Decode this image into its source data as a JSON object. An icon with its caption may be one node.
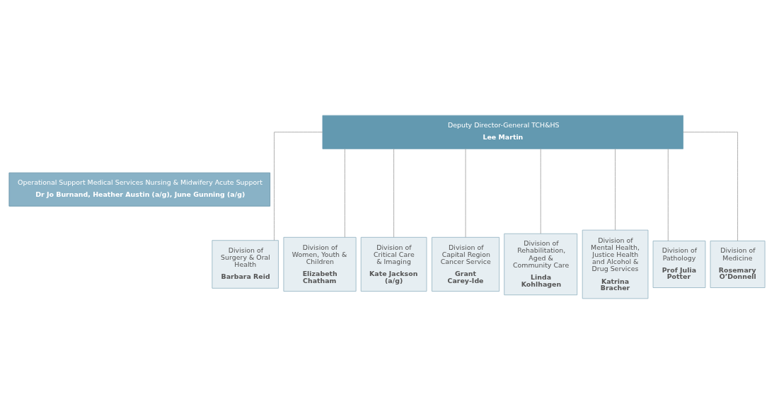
{
  "diagram": {
    "nodes": [
      {
        "text": [
          "Deputy Director-General TCH&HS",
          "Lee Martin"
        ]
      },
      {
        "text": [
          "Operational Support Medical Services Nursing & Midwifery Acute Support",
          "Dr Jo Burnand, Heather Austin (a/g), June Gunning (a/g)"
        ]
      },
      {
        "text": [
          "Division of Surgery & Oral Health",
          "Barbara Reid"
        ]
      },
      {
        "text": [
          "Division of Women, Youth & Children",
          "Elizabeth Chatham"
        ]
      },
      {
        "text": [
          "Division of Critical Care & Imaging",
          "Kate Jackson (a/g)"
        ]
      },
      {
        "text": [
          "Division of Capital Region Cancer Service",
          "Grant Carey-Ide"
        ]
      },
      {
        "text": [
          "Division of Rehabilitation, Aged & Community Care",
          "Linda Kohlhagen"
        ]
      },
      {
        "text": [
          "Division of Mental Health, Justice Health and Alcohol & Drug Services",
          "Katrina Bracher"
        ]
      },
      {
        "text": [
          "Division of Pathology",
          "Prof Julia Potter"
        ]
      },
      {
        "text": [
          "Division of Medicine",
          "Rosemary O’Donnell"
        ]
      }
    ],
    "edges": [
      {
        "from": 0,
        "to": 2,
        "arrow": "none"
      },
      {
        "from": 0,
        "to": 3,
        "arrow": "none"
      },
      {
        "from": 0,
        "to": 4,
        "arrow": "none"
      },
      {
        "from": 0,
        "to": 5,
        "arrow": "none"
      },
      {
        "from": 0,
        "to": 6,
        "arrow": "none"
      },
      {
        "from": 0,
        "to": 7,
        "arrow": "none"
      },
      {
        "from": 0,
        "to": 8,
        "arrow": "none"
      },
      {
        "from": 0,
        "to": 9,
        "arrow": "none"
      }
    ]
  }
}
